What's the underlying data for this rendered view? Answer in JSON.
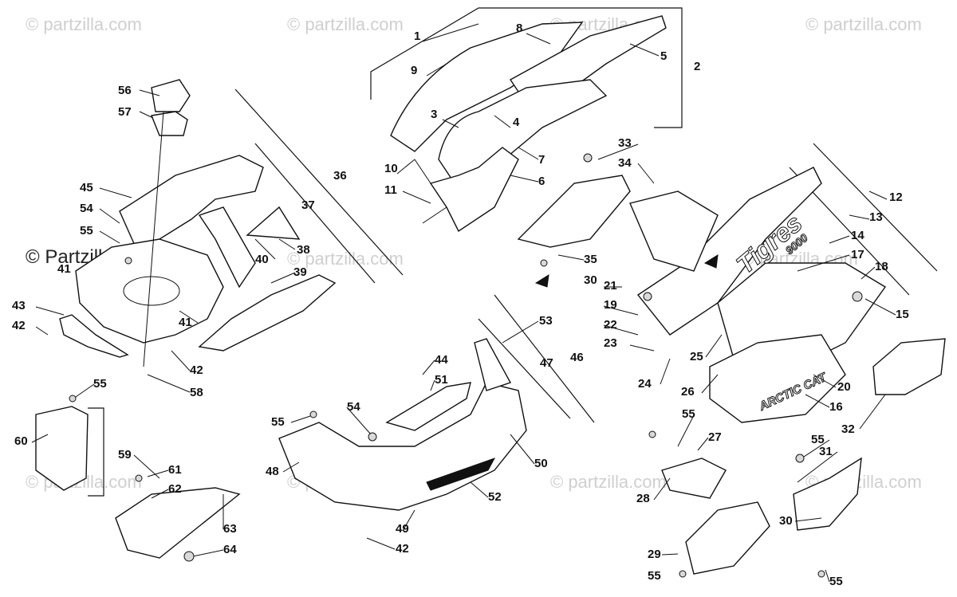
{
  "watermark": {
    "text": "© Partzilla.com",
    "short": "© partzilla.com"
  },
  "decals": {
    "model": "Tigres",
    "model_number": "9000",
    "brand": "ARCTIC CAT"
  },
  "callouts": [
    "1",
    "2",
    "3",
    "4",
    "5",
    "6",
    "7",
    "8",
    "9",
    "10",
    "11",
    "12",
    "13",
    "14",
    "15",
    "16",
    "17",
    "18",
    "19",
    "20",
    "21",
    "22",
    "23",
    "24",
    "25",
    "26",
    "27",
    "28",
    "29",
    "30",
    "31",
    "32",
    "33",
    "34",
    "35",
    "36",
    "37",
    "38",
    "39",
    "40",
    "41",
    "42",
    "43",
    "44",
    "45",
    "46",
    "47",
    "48",
    "49",
    "50",
    "51",
    "52",
    "53",
    "54",
    "55",
    "56",
    "57",
    "58",
    "59",
    "60",
    "61",
    "62",
    "63",
    "64"
  ],
  "labels": [
    {
      "t": "1"
    },
    {
      "t": "8"
    },
    {
      "t": "5"
    },
    {
      "t": "2"
    },
    {
      "t": "9"
    },
    {
      "t": "3"
    },
    {
      "t": "4"
    },
    {
      "t": "10"
    },
    {
      "t": "7"
    },
    {
      "t": "6"
    },
    {
      "t": "11"
    },
    {
      "t": "56"
    },
    {
      "t": "57"
    },
    {
      "t": "36"
    },
    {
      "t": "37"
    },
    {
      "t": "45"
    },
    {
      "t": "54"
    },
    {
      "t": "55"
    },
    {
      "t": "38"
    },
    {
      "t": "40"
    },
    {
      "t": "39"
    },
    {
      "t": "43"
    },
    {
      "t": "42"
    },
    {
      "t": "41"
    },
    {
      "t": "42"
    },
    {
      "t": "58"
    },
    {
      "t": "41"
    },
    {
      "t": "33"
    },
    {
      "t": "34"
    },
    {
      "t": "12"
    },
    {
      "t": "13"
    },
    {
      "t": "14"
    },
    {
      "t": "17"
    },
    {
      "t": "18"
    },
    {
      "t": "35"
    },
    {
      "t": "30"
    },
    {
      "t": "21"
    },
    {
      "t": "19"
    },
    {
      "t": "22"
    },
    {
      "t": "23"
    },
    {
      "t": "25"
    },
    {
      "t": "15"
    },
    {
      "t": "24"
    },
    {
      "t": "26"
    },
    {
      "t": "20"
    },
    {
      "t": "16"
    },
    {
      "t": "32"
    },
    {
      "t": "53"
    },
    {
      "t": "46"
    },
    {
      "t": "47"
    },
    {
      "t": "44"
    },
    {
      "t": "51"
    },
    {
      "t": "54"
    },
    {
      "t": "55"
    },
    {
      "t": "48"
    },
    {
      "t": "50"
    },
    {
      "t": "52"
    },
    {
      "t": "49"
    },
    {
      "t": "42"
    },
    {
      "t": "55"
    },
    {
      "t": "60"
    },
    {
      "t": "59"
    },
    {
      "t": "61"
    },
    {
      "t": "62"
    },
    {
      "t": "63"
    },
    {
      "t": "64"
    },
    {
      "t": "55"
    },
    {
      "t": "27"
    },
    {
      "t": "28"
    },
    {
      "t": "29"
    },
    {
      "t": "55"
    },
    {
      "t": "55"
    },
    {
      "t": "31"
    },
    {
      "t": "30"
    },
    {
      "t": "55"
    }
  ]
}
